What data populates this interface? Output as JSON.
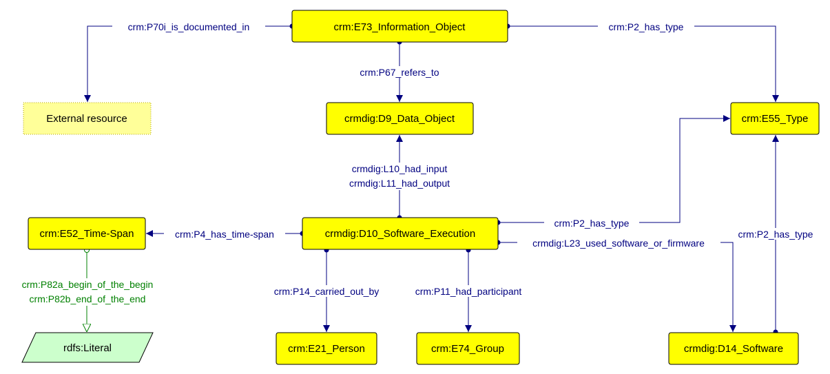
{
  "nodes": {
    "information_object": "crm:E73_Information_Object",
    "external_resource": "External resource",
    "data_object": "crmdig:D9_Data_Object",
    "type": "crm:E55_Type",
    "time_span": "crm:E52_Time-Span",
    "software_execution": "crmdig:D10_Software_Execution",
    "literal": "rdfs:Literal",
    "person": "crm:E21_Person",
    "group": "crm:E74_Group",
    "software": "crmdig:D14_Software"
  },
  "edges": {
    "is_documented_in": "crm:P70i_is_documented_in",
    "io_has_type": "crm:P2_has_type",
    "refers_to": "crm:P67_refers_to",
    "had_input": "crmdig:L10_had_input",
    "had_output": "crmdig:L11_had_output",
    "has_time_span": "crm:P4_has_time-span",
    "exec_has_type": "crm:P2_has_type",
    "used_software": "crmdig:L23_used_software_or_firmware",
    "software_has_type": "crm:P2_has_type",
    "begin_of_begin": "crm:P82a_begin_of_the_begin",
    "end_of_end": "crm:P82b_end_of_the_end",
    "carried_out_by": "crm:P14_carried_out_by",
    "had_participant": "crm:P11_had_participant"
  },
  "colors": {
    "class_fill": "#ffff00",
    "external_fill": "#ffff99",
    "literal_fill": "#ccffcc",
    "edge_blue": "#000080",
    "edge_green": "#008000"
  }
}
